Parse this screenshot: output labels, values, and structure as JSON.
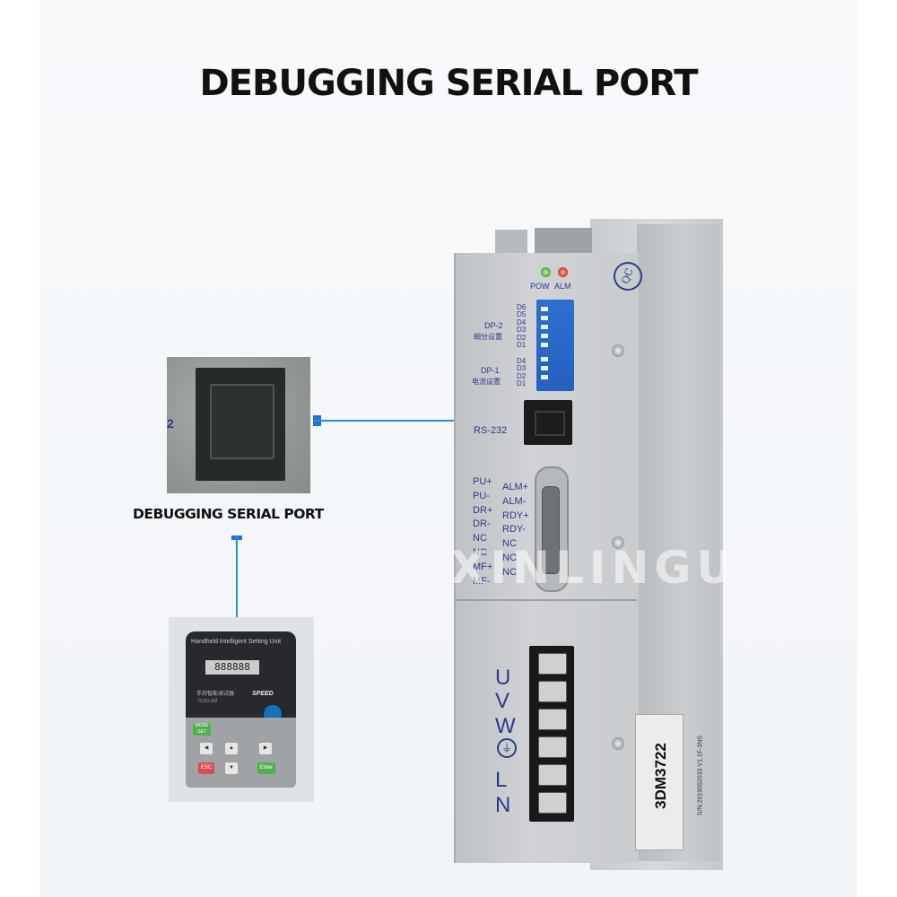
{
  "title": "DEBUGGING SERIAL PORT",
  "caption": "DEBUGGING SERIAL PORT",
  "inset": {
    "mark": "2"
  },
  "handheld": {
    "title": "Handheld Intelligent Setting Unit",
    "display": "888888",
    "subtitle": "手持智能调试器",
    "model": "H130-DM",
    "speed": "SPEED",
    "buttons": {
      "mode": "MODE SET",
      "esc": "ESC",
      "enter": "Enter"
    }
  },
  "drive": {
    "led_pow": "POW",
    "led_alm": "ALM",
    "qc": "QC",
    "dp2": {
      "name": "DP-2",
      "desc": "细分设置",
      "labels": [
        "D6",
        "D5",
        "D4",
        "D3",
        "D2",
        "D1"
      ]
    },
    "dp1": {
      "name": "DP-1",
      "desc": "电流设置",
      "labels": [
        "D4",
        "D3",
        "D2",
        "D1"
      ]
    },
    "rs232": "RS-232",
    "pins_left": [
      "PU+",
      "PU-",
      "DR+",
      "DR-",
      "NC",
      "NC",
      "MF+",
      "MF-"
    ],
    "pins_right": [
      "ALM+",
      "ALM-",
      "RDY+",
      "RDY-",
      "NC",
      "NC",
      "NC"
    ],
    "terminals": [
      "U",
      "V",
      "W",
      "L",
      "N"
    ],
    "model": "3DM3722",
    "serial": "S/N:2019052033  V1.1F-3NS",
    "watermark": "XINLINGUI"
  }
}
